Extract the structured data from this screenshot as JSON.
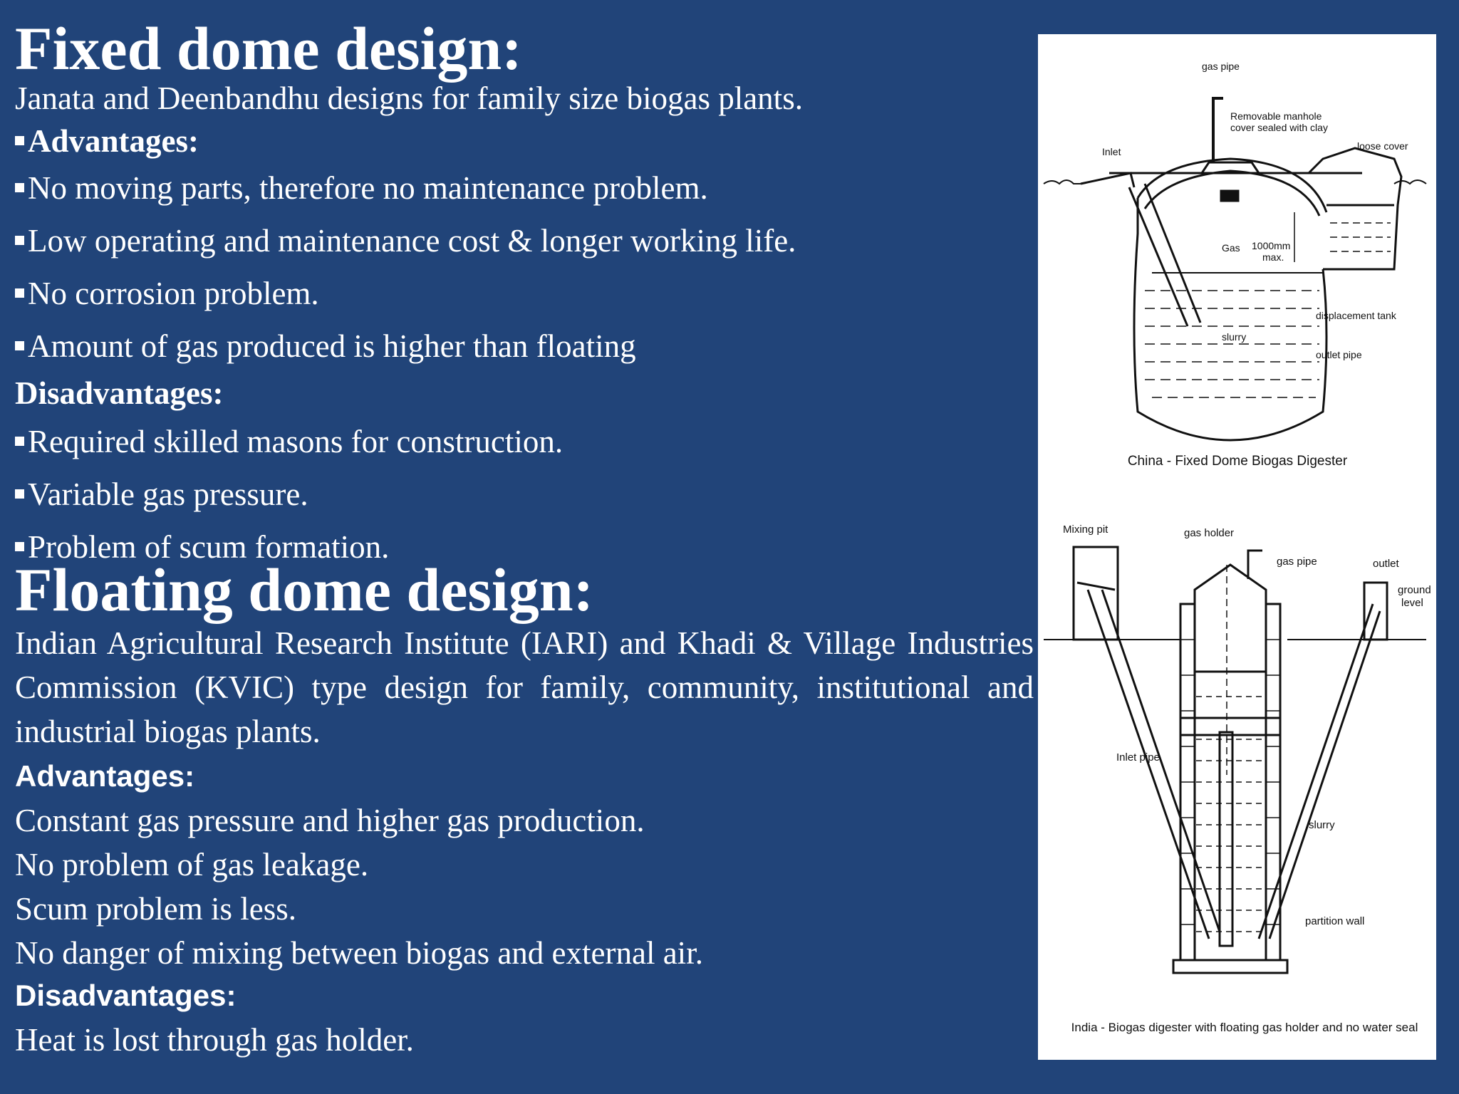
{
  "fixed": {
    "title": "Fixed dome design:",
    "intro": "Janata and Deenbandhu designs for family size biogas plants.",
    "advantages_heading": "Advantages:",
    "advantages": [
      "No moving parts, therefore no maintenance problem.",
      "Low operating and maintenance cost & longer working life.",
      "No corrosion problem.",
      "Amount of gas produced is higher than floating"
    ],
    "disadvantages_heading": "Disadvantages:",
    "disadvantages": [
      "Required skilled masons for construction.",
      "Variable gas pressure.",
      "Problem of scum formation."
    ]
  },
  "floating": {
    "title": "Floating dome design:",
    "intro": "Indian Agricultural Research Institute (IARI) and Khadi & Village Industries Commission (KVIC) type design for family, community, institutional and industrial biogas plants.",
    "advantages_heading": "Advantages:",
    "advantages": [
      "Constant gas pressure and higher gas production.",
      "No problem of gas leakage.",
      "Scum problem is less.",
      "No danger of mixing between biogas and external air."
    ],
    "disadvantages_heading": "Disadvantages:",
    "disadvantages": [
      "Heat is lost through gas holder."
    ]
  },
  "diagram_top": {
    "labels": {
      "gas_pipe": "gas pipe",
      "manhole": "Removable manhole",
      "manhole2": "cover sealed with clay",
      "inlet": "Inlet",
      "loose_cover": "loose cover",
      "gas": "Gas",
      "depth": "1000mm",
      "depth2": "max.",
      "displacement_tank": "displacement tank",
      "slurry": "slurry",
      "outlet_pipe": "outlet pipe"
    },
    "caption": "China - Fixed Dome Biogas Digester"
  },
  "diagram_bottom": {
    "labels": {
      "mixing_pit": "Mixing pit",
      "gas_holder": "gas holder",
      "gas_pipe": "gas pipe",
      "outlet": "outlet",
      "ground": "ground",
      "level": "level",
      "inlet_pipe": "Inlet pipe",
      "slurry": "slurry",
      "partition_wall": "partition wall"
    },
    "caption": "India - Biogas digester with floating gas holder and no water seal"
  },
  "colors": {
    "background": "#214479",
    "text": "#ffffff",
    "panel": "#ffffff"
  }
}
